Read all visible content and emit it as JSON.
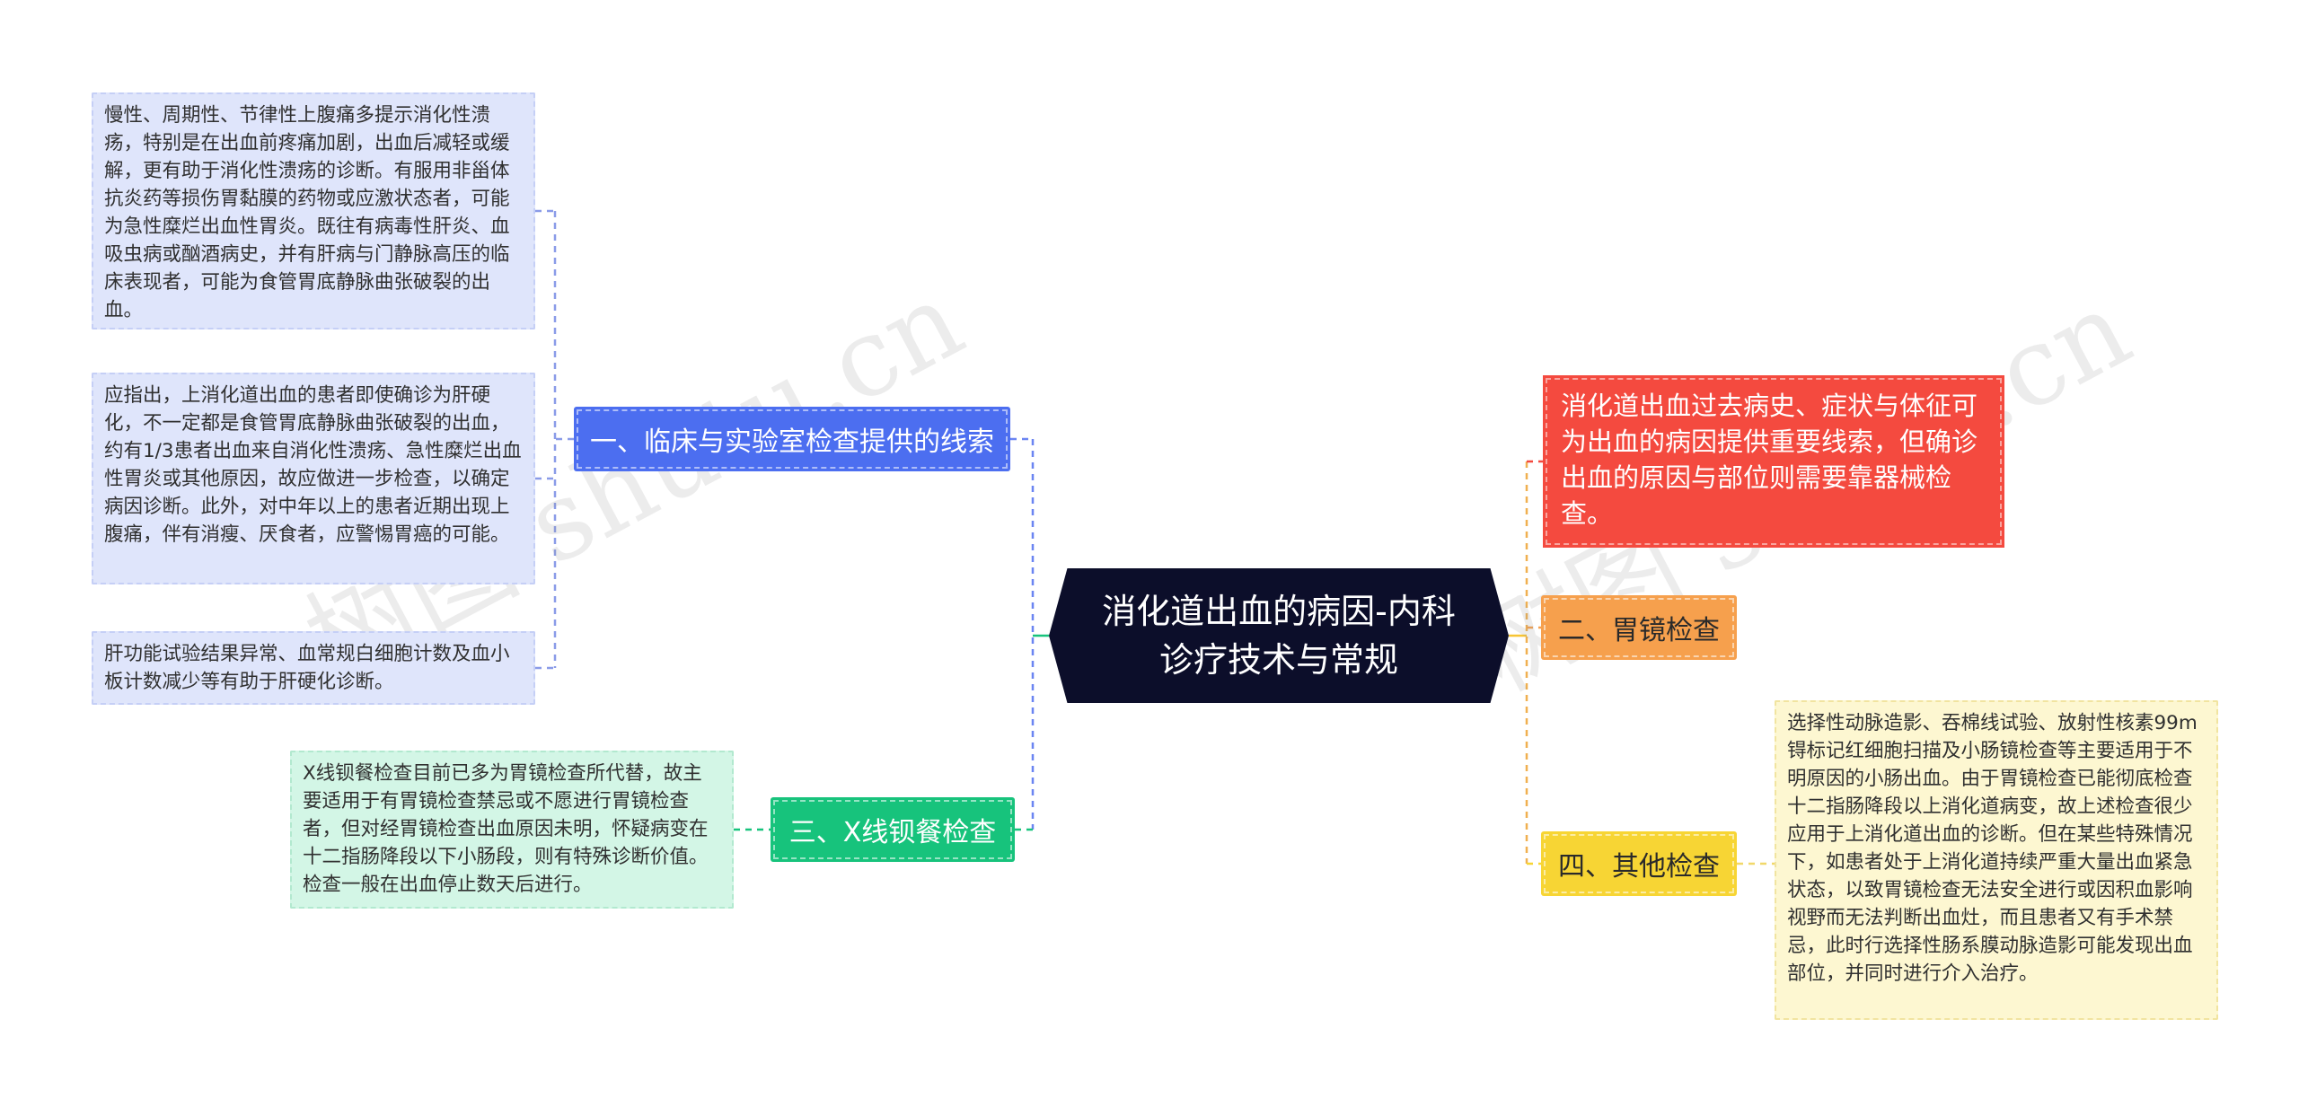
{
  "center": {
    "title": "消化道出血的病因-内科诊疗技术与常规"
  },
  "intro": {
    "text": "消化道出血过去病史、症状与体征可为出血的病因提供重要线索，但确诊出血的原因与部位则需要靠器械检查。"
  },
  "branches": [
    {
      "label": "一、临床与实验室检查提供的线索",
      "color": "#4c6ef0",
      "leaves": [
        "慢性、周期性、节律性上腹痛多提示消化性溃疡，特别是在出血前疼痛加剧，出血后减轻或缓解，更有助于消化性溃疡的诊断。有服用非甾体抗炎药等损伤胃黏膜的药物或应激状态者，可能为急性糜烂出血性胃炎。既往有病毒性肝炎、血吸虫病或酗酒病史，并有肝病与门静脉高压的临床表现者，可能为食管胃底静脉曲张破裂的出血。",
        "应指出，上消化道出血的患者即使确诊为肝硬化，不一定都是食管胃底静脉曲张破裂的出血，约有1/3患者出血来自消化性溃疡、急性糜烂出血性胃炎或其他原因，故应做进一步检查，以确定病因诊断。此外，对中年以上的患者近期出现上腹痛，伴有消瘦、厌食者，应警惕胃癌的可能。",
        "肝功能试验结果异常、血常规白细胞计数及血小板计数减少等有助于肝硬化诊断。"
      ]
    },
    {
      "label": "二、胃镜检查",
      "color": "#f6a04d"
    },
    {
      "label": "三、X线钡餐检查",
      "color": "#17c37c",
      "leaves": [
        "X线钡餐检查目前已多为胃镜检查所代替，故主要适用于有胃镜检查禁忌或不愿进行胃镜检查者，但对经胃镜检查出血原因未明，怀疑病变在十二指肠降段以下小肠段，则有特殊诊断价值。检查一般在出血停止数天后进行。"
      ]
    },
    {
      "label": "四、其他检查",
      "color": "#f7d534",
      "leaves": [
        "选择性动脉造影、吞棉线试验、放射性核素99m锝标记红细胞扫描及小肠镜检查等主要适用于不明原因的小肠出血。由于胃镜检查已能彻底检查十二指肠降段以上消化道病变，故上述检查很少应用于上消化道出血的诊断。但在某些特殊情况下，如患者处于上消化道持续严重大量出血紧急状态，以致胃镜检查无法安全进行或因积血影响视野而无法判断出血灶，而且患者又有手术禁忌，此时行选择性肠系膜动脉造影可能发现出血部位，并同时进行介入治疗。"
      ]
    }
  ],
  "watermark": "树图 shutu.cn"
}
